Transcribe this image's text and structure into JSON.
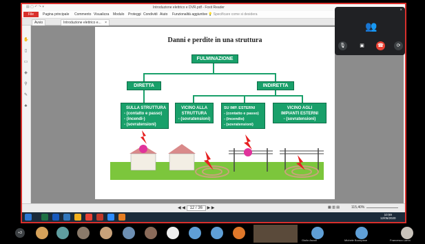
{
  "window": {
    "title": "Introduzione elettrico e DVR.pdf - Foxit Reader",
    "file_tab": "File",
    "menu": [
      "Pagina principale",
      "Commento",
      "Visualizza",
      "Modulo",
      "Proteggi",
      "Condividi",
      "Aiuto",
      "Funzionalità aggiuntive"
    ],
    "tell_me": "Specificare come si desidera",
    "tabs": [
      "Avvio",
      "Introduzione elettrico e..."
    ],
    "page_indicator": "12 / 36",
    "zoom": "115,40%"
  },
  "slide": {
    "title": "Danni e perdite in una struttura",
    "root": "FULMINAZIONE",
    "diretta": "DIRETTA",
    "indiretta": "INDIRETTA",
    "box1": [
      "SULLA STRUTTURA",
      "- (contatto e passo)",
      "- (incendi-)",
      "- (sovratensioni)"
    ],
    "box2": [
      "VICINO ALLA",
      "STRUTTURA",
      "- (sovratensioni)"
    ],
    "box3": [
      "SU IMP. ESTERNI",
      "- (contatto e passo)",
      "- (incendio)",
      "- (sovratensioni)"
    ],
    "box4": [
      "VICINO AGLI",
      "IMPIANTI ESTERNI",
      "- (sovratensioni)"
    ]
  },
  "taskbar": {
    "time": "10:59",
    "date": "12/05/2020"
  },
  "participants": {
    "count": "+3",
    "names": [
      "Giulio Ascoli",
      "Michele Buonpane",
      "Francesco Lamri"
    ]
  },
  "colors": {
    "accent": "#d9302c",
    "diagram_green": "#19a06a"
  }
}
